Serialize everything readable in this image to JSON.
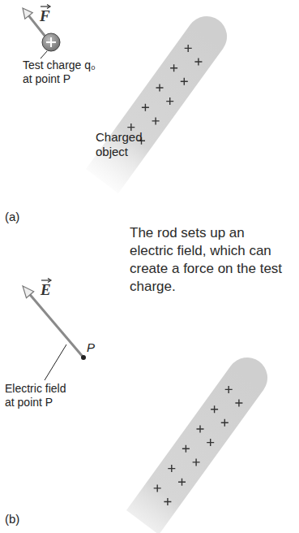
{
  "diagram": {
    "nodes": [
      {
        "text": [
          "Charged object"
        ]
      }
    ],
    "labels": [
      "F",
      "Test charge q₀ at point P",
      "(a)",
      "The rod sets up an electric field, which can create a force on the test charge.",
      "E",
      "P",
      "Electric field at point P",
      "(b)"
    ]
  }
}
